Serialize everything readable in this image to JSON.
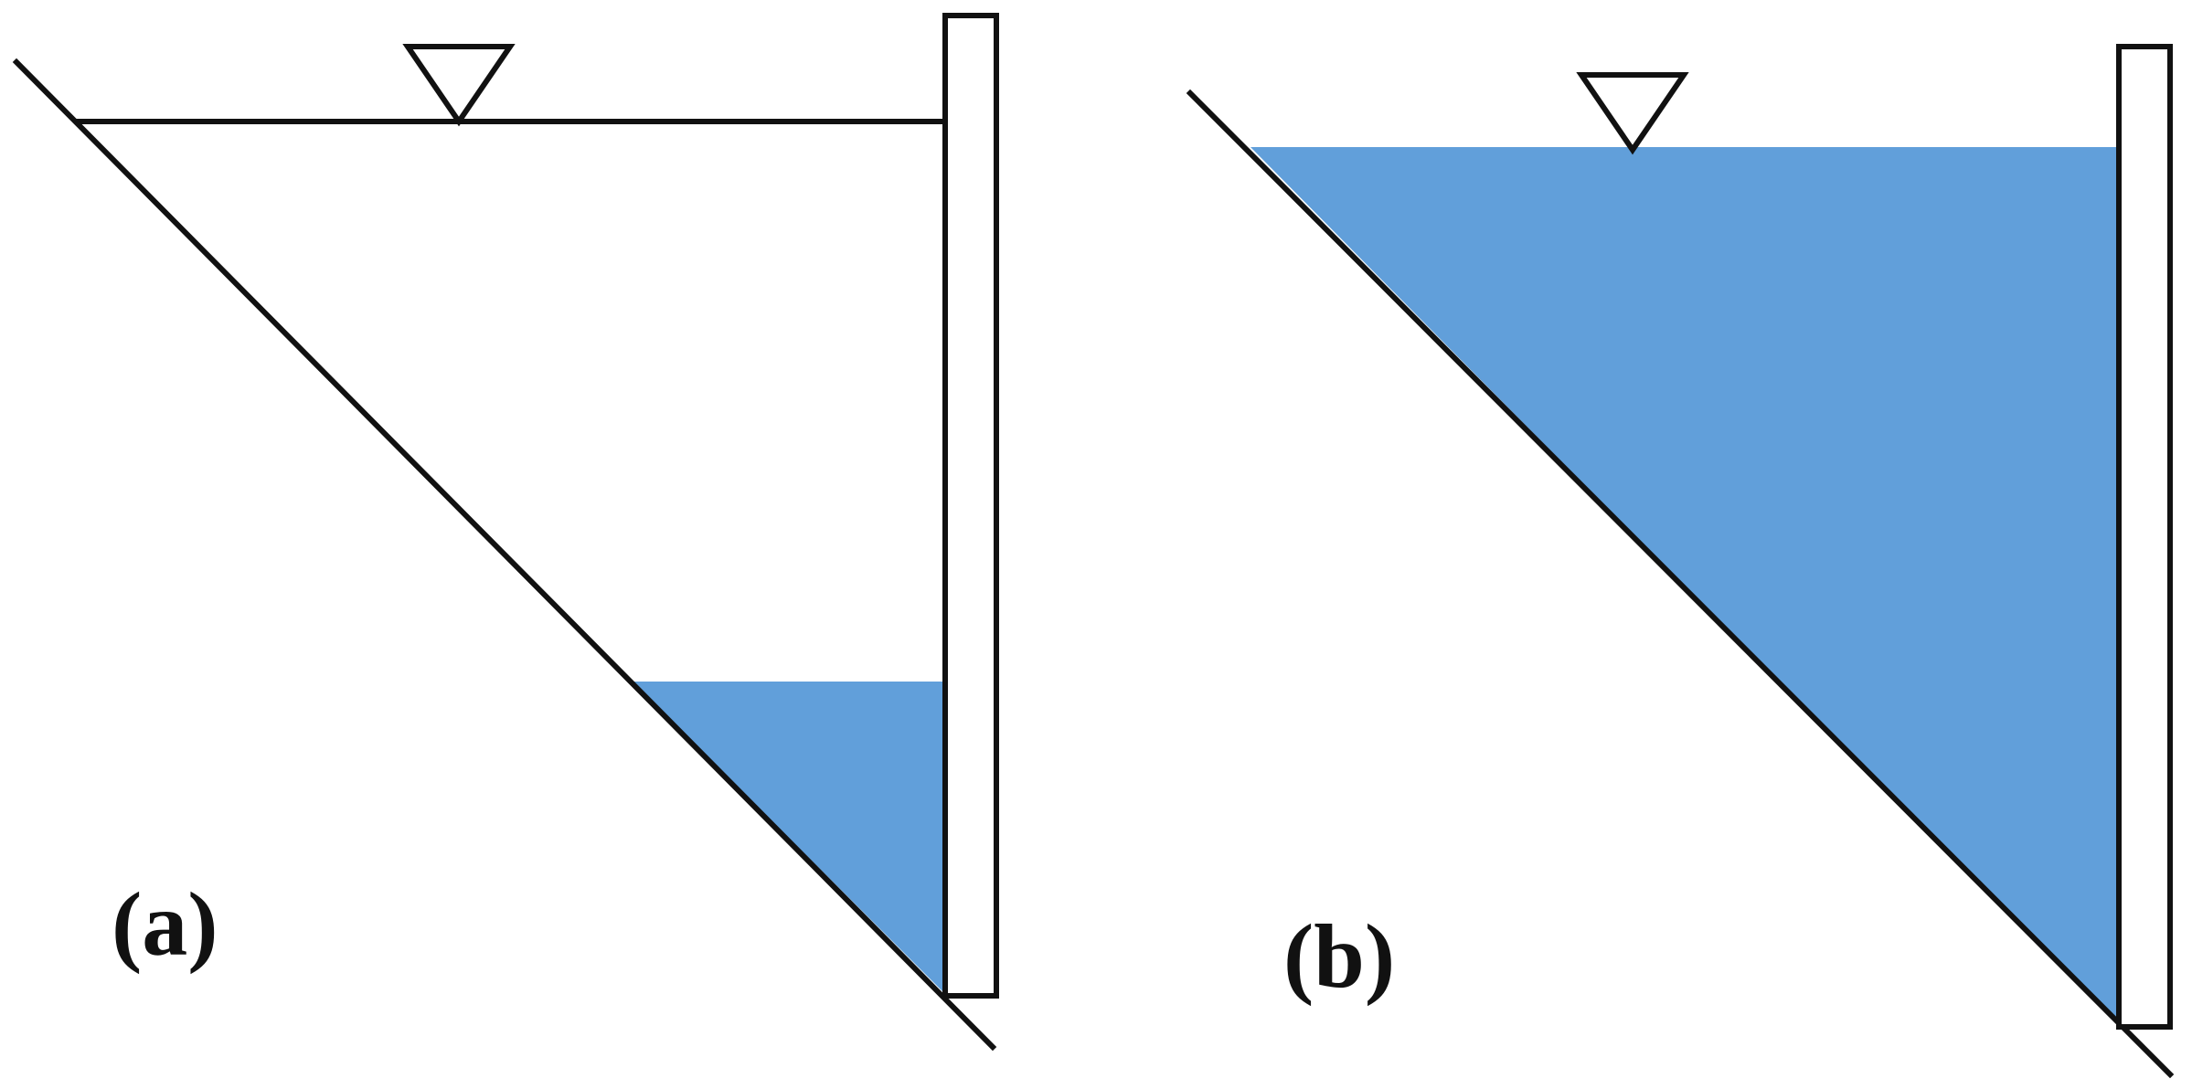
{
  "panels": [
    {
      "label": "(a)",
      "water_fill_fraction": 0.35,
      "water_color": "#619FDA"
    },
    {
      "label": "(b)",
      "water_fill_fraction": 1.0,
      "water_color": "#619FDA"
    }
  ],
  "line_color": "#111111",
  "background_color": "#FFFFFF"
}
